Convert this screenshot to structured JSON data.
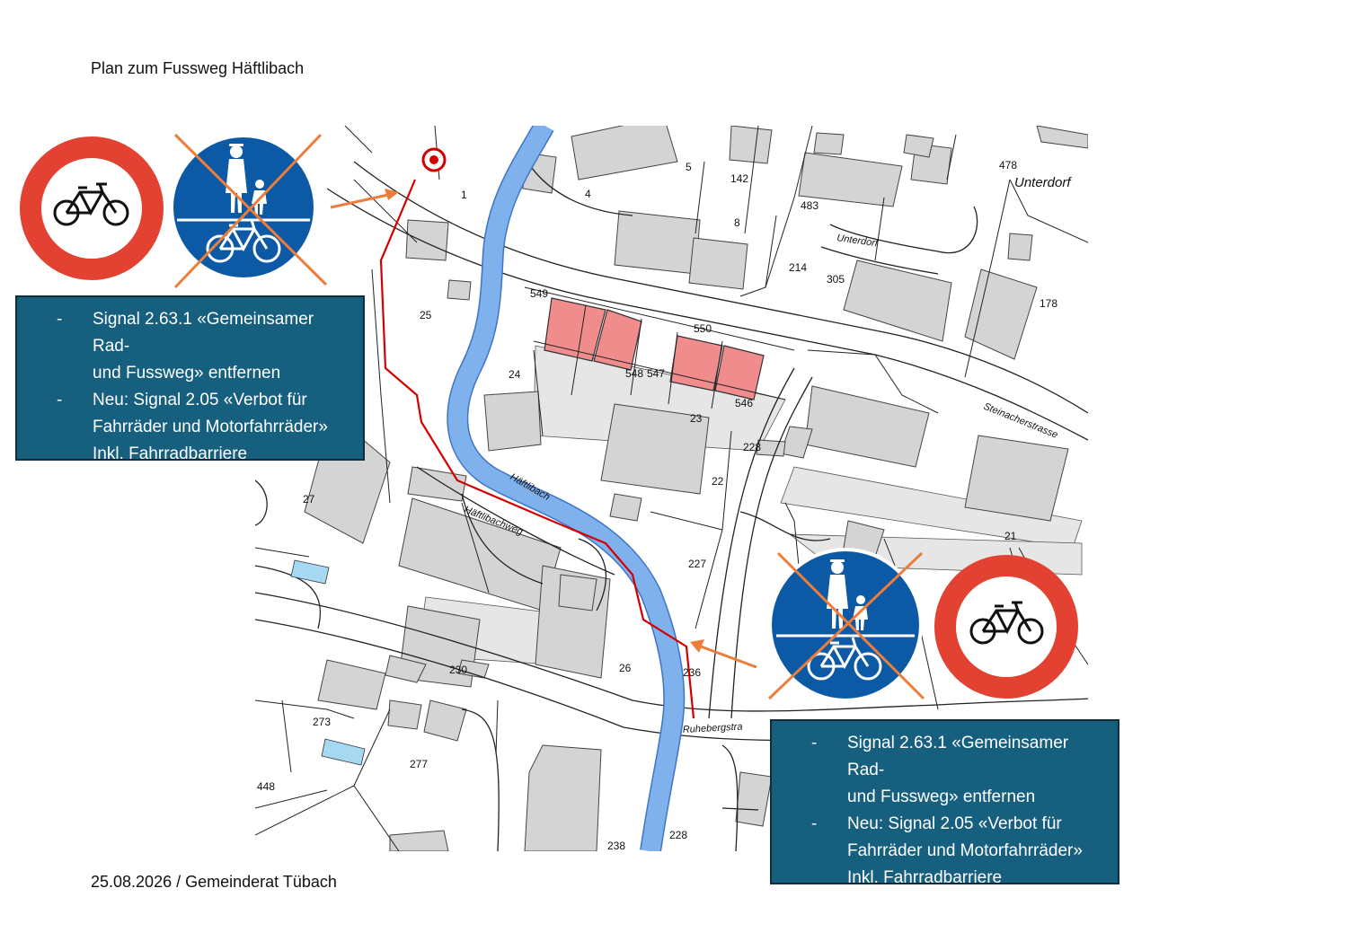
{
  "page": {
    "title": "Plan zum Fussweg Häftlibach",
    "footer": "25.08.2026 / Gemeinderat Tübach"
  },
  "boxes": [
    {
      "items": [
        [
          "Signal 2.63.1 «Gemeinsamer Rad-",
          "und Fussweg» entfernen"
        ],
        [
          "Neu: Signal 2.05 «Verbot für",
          "Fahrräder und Motorfahrräder»",
          "Inkl. Fahrradbarriere"
        ]
      ]
    },
    {
      "items": [
        [
          "Signal 2.63.1 «Gemeinsamer Rad-",
          "und Fussweg» entfernen"
        ],
        [
          "Neu: Signal 2.05 «Verbot für",
          "Fahrräder und Motorfahrräder»",
          "Inkl. Fahrradbarriere"
        ]
      ]
    }
  ],
  "map": {
    "streets": [
      {
        "id": "unterdorf",
        "label": "Unterdorf"
      },
      {
        "id": "unterdorf-small",
        "label": "Unterdorf"
      },
      {
        "id": "steinacherstrasse",
        "label": "Steinacherstrasse"
      },
      {
        "id": "haeftlibachweg",
        "label": "Häftlibachweg"
      },
      {
        "id": "haeftlibach",
        "label": "Häftlibach"
      },
      {
        "id": "ruhebergstrasse",
        "label": "Ruhebergstra"
      }
    ],
    "parcels": [
      "478",
      "5",
      "142",
      "4",
      "1",
      "8",
      "483",
      "214",
      "305",
      "178",
      "549",
      "550",
      "25",
      "24",
      "548",
      "547",
      "546",
      "23",
      "228",
      "22",
      "27",
      "227",
      "21",
      "230",
      "26",
      "236",
      "273",
      "277",
      "448",
      "238",
      "228"
    ],
    "colors": {
      "creek": "#7fb1ec",
      "creek_edge": "#3f74c8",
      "route": "#d40000",
      "building": "#d4d4d4",
      "planned_building": "#f18c8c",
      "arrow": "#ec7d3a",
      "box_bg": "#175f7e",
      "sign_red": "#e34232",
      "sign_blue": "#0c5aa6"
    }
  },
  "signs": [
    {
      "type": "prohibition-bicycle",
      "role": "new"
    },
    {
      "type": "shared-path-crossed",
      "role": "removed"
    },
    {
      "type": "shared-path-crossed",
      "role": "removed"
    },
    {
      "type": "prohibition-bicycle",
      "role": "new"
    }
  ]
}
